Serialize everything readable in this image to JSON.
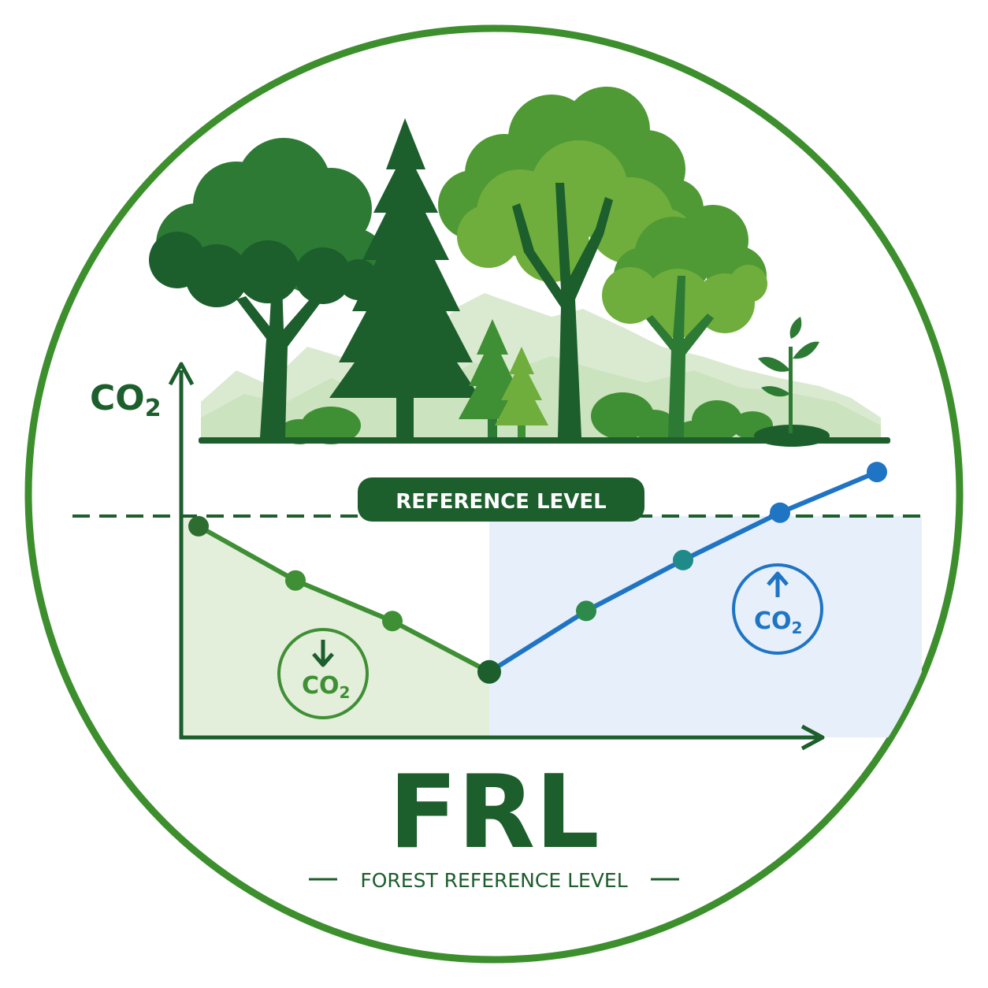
{
  "logo": {
    "title": "FRL",
    "subtitle": "FOREST REFERENCE LEVEL",
    "colors": {
      "ring": "#3d8f2e",
      "dark_green": "#1c5e2c",
      "mid_green": "#3f8f35",
      "light_green": "#6fae3c",
      "blue": "#1f74c4",
      "green_fill": "#e3eedb",
      "blue_fill": "#e7f0fa",
      "mountain": "#d6e8cc"
    },
    "icons": [
      "deciduous-tree-icon",
      "pine-tree-icon",
      "sapling-icon",
      "co2-down-badge-icon",
      "co2-up-badge-icon"
    ]
  },
  "chart": {
    "ylabel_main": "CO",
    "ylabel_sub": "2",
    "reference_label": "REFERENCE LEVEL",
    "badge_down": {
      "main": "CO",
      "sub": "2"
    },
    "badge_up": {
      "main": "CO",
      "sub": "2"
    }
  },
  "chart_data": {
    "type": "line",
    "reference_level": 0,
    "series": [
      {
        "values": [
          -0.15,
          -0.95,
          -1.55,
          -2.3
        ]
      },
      {
        "values": [
          -2.3,
          -1.4,
          -0.65,
          0.05,
          0.65
        ]
      }
    ]
  }
}
